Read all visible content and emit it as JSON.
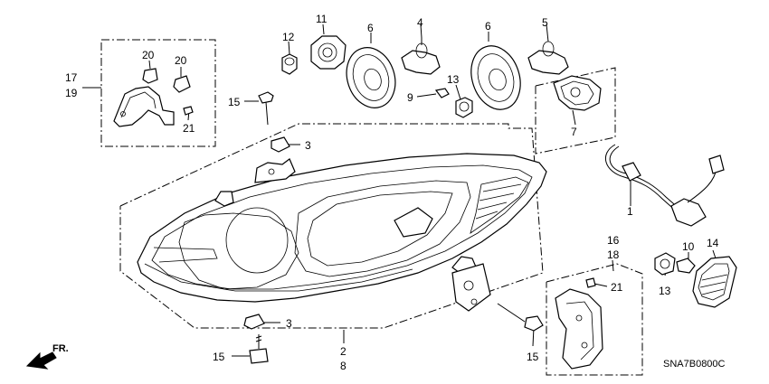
{
  "callouts": {
    "n1": "1",
    "n2": "2",
    "n3a": "3",
    "n3b": "3",
    "n4": "4",
    "n5": "5",
    "n6a": "6",
    "n6b": "6",
    "n7": "7",
    "n8": "8",
    "n9": "9",
    "n10": "10",
    "n11": "11",
    "n12": "12",
    "n13a": "13",
    "n13b": "13",
    "n14": "14",
    "n15a": "15",
    "n15b": "15",
    "n15c": "15",
    "n16": "16",
    "n17": "17",
    "n18": "18",
    "n19": "19",
    "n20a": "20",
    "n20b": "20",
    "n21a": "21",
    "n21b": "21"
  },
  "direction_label": "FR.",
  "diagram_code": "SNA7B0800C",
  "icons": [
    "front-direction-arrow-icon"
  ]
}
